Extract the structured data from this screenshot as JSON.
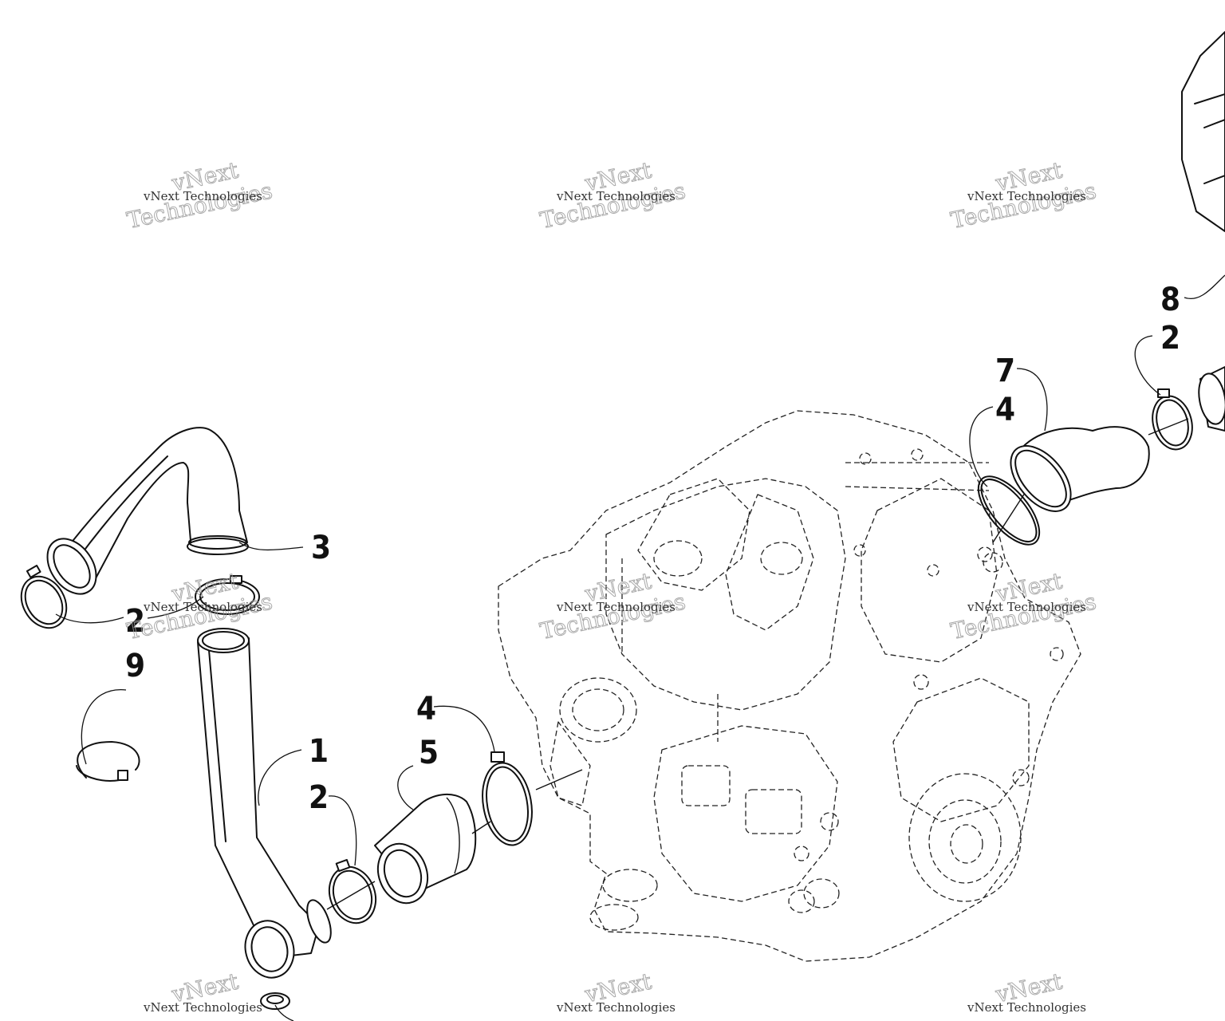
{
  "callouts": {
    "c1": "1",
    "c2a": "2",
    "c2b": "2",
    "c2c": "2",
    "c3": "3",
    "c4a": "4",
    "c4b": "4",
    "c5": "5",
    "c7": "7",
    "c8": "8",
    "c9": "9"
  },
  "watermark": {
    "line1": "vNext",
    "line2": "Technologies",
    "small": "vNext Technologies"
  }
}
